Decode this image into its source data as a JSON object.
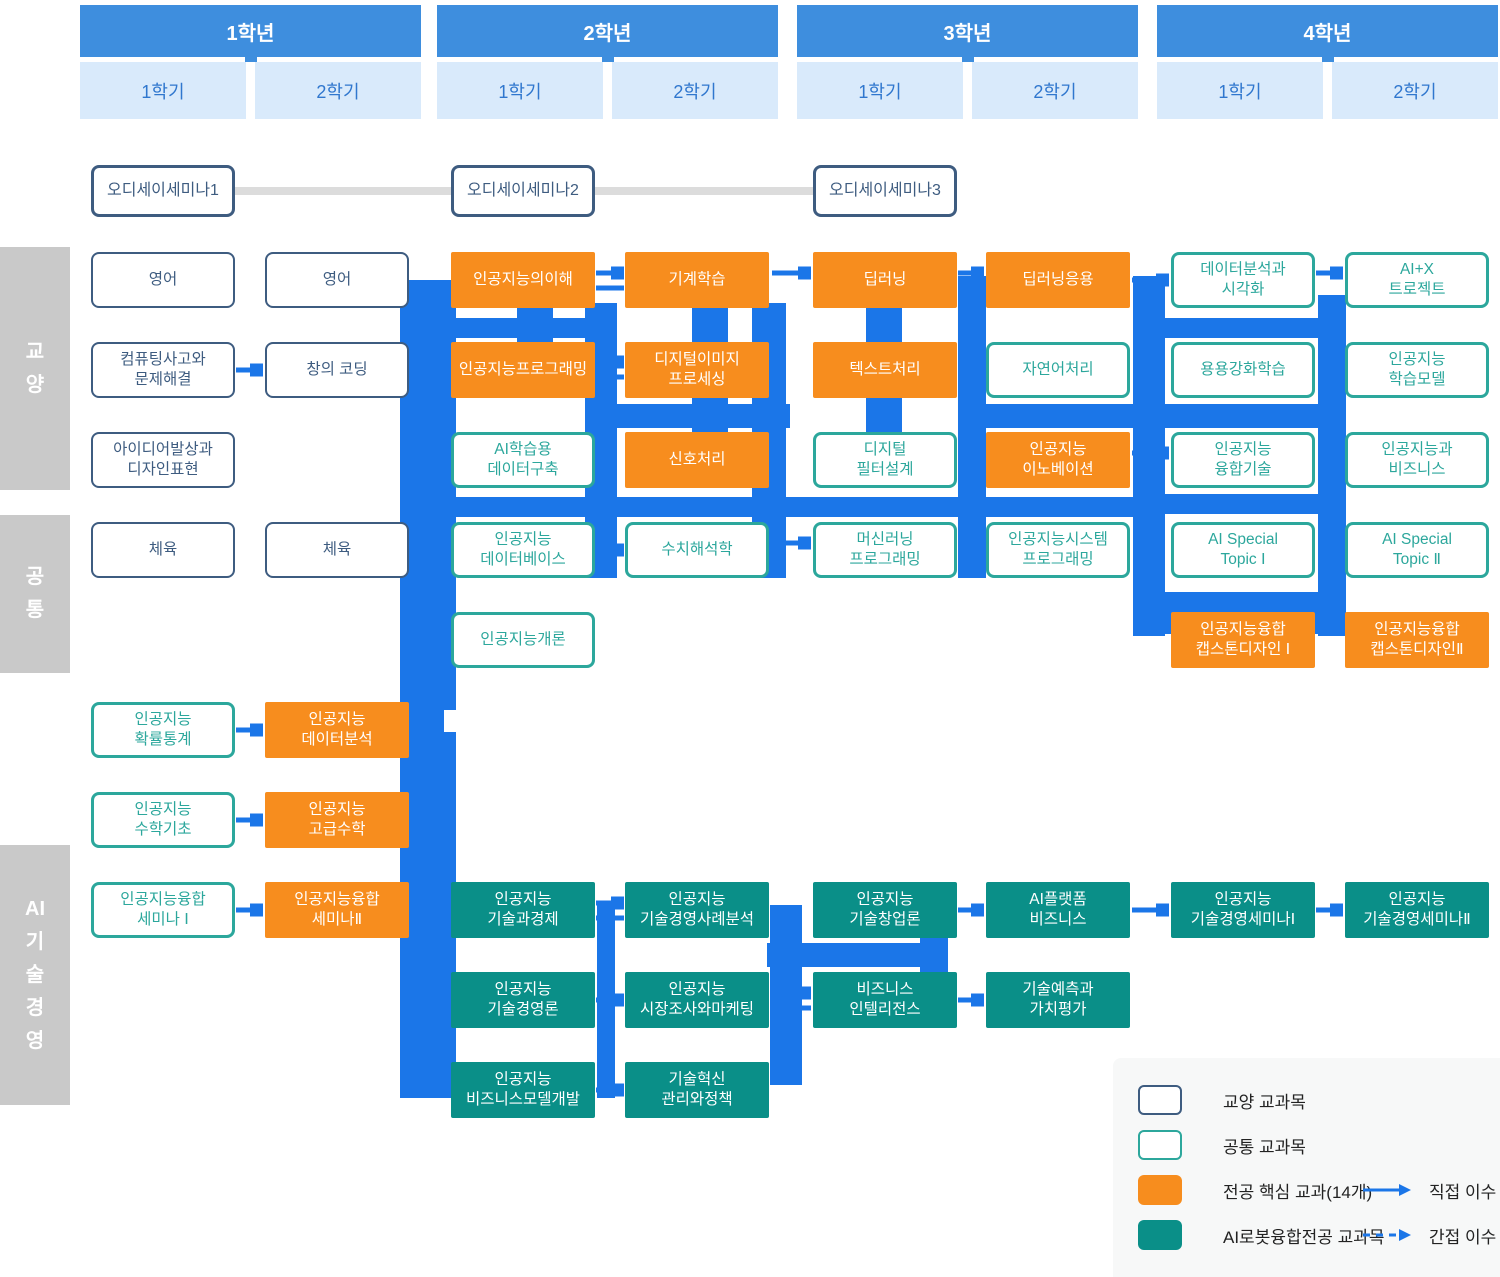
{
  "header": {
    "years": [
      {
        "label": "1학년",
        "semesters": [
          "1학기",
          "2학기"
        ]
      },
      {
        "label": "2학년",
        "semesters": [
          "1학기",
          "2학기"
        ]
      },
      {
        "label": "3학년",
        "semesters": [
          "1학기",
          "2학기"
        ]
      },
      {
        "label": "4학년",
        "semesters": [
          "1학기",
          "2학기"
        ]
      }
    ]
  },
  "sidebar": {
    "groups": [
      {
        "id": "liberal",
        "label": "교양",
        "lines": [
          "교",
          "양"
        ]
      },
      {
        "id": "common",
        "label": "공통",
        "lines": [
          "공",
          "통"
        ]
      },
      {
        "id": "ai-mot",
        "label": "AI기술경영",
        "lines": [
          "AI",
          "기",
          "술",
          "경",
          "영"
        ]
      }
    ]
  },
  "odyssey": {
    "items": [
      {
        "label": "오디세이세미나1",
        "col": 1
      },
      {
        "label": "오디세이세미나2",
        "col": 3
      },
      {
        "label": "오디세이세미나3",
        "col": 5
      }
    ]
  },
  "courses": [
    {
      "label": "영어",
      "type": "liberal",
      "col": 1,
      "row": "A"
    },
    {
      "label": "영어",
      "type": "liberal",
      "col": 2,
      "row": "A"
    },
    {
      "label": "인공지능의이해",
      "type": "core",
      "col": 3,
      "row": "A"
    },
    {
      "label": "기계학습",
      "type": "core",
      "col": 4,
      "row": "A"
    },
    {
      "label": "딥러닝",
      "type": "core",
      "col": 5,
      "row": "A"
    },
    {
      "label": "딥러닝응용",
      "type": "core",
      "col": 6,
      "row": "A"
    },
    {
      "label": "데이터분석과\n시각화",
      "type": "common",
      "col": 7,
      "row": "A"
    },
    {
      "label": "AI+X\n트로젝트",
      "type": "common",
      "col": 8,
      "row": "A"
    },
    {
      "label": "컴퓨팅사고와\n문제해결",
      "type": "liberal",
      "col": 1,
      "row": "B"
    },
    {
      "label": "창의 코딩",
      "type": "liberal",
      "col": 2,
      "row": "B"
    },
    {
      "label": "인공지능프로그래밍",
      "type": "core",
      "col": 3,
      "row": "B"
    },
    {
      "label": "디지털이미지\n프로세싱",
      "type": "core",
      "col": 4,
      "row": "B"
    },
    {
      "label": "텍스트처리",
      "type": "core",
      "col": 5,
      "row": "B"
    },
    {
      "label": "자연어처리",
      "type": "common",
      "col": 6,
      "row": "B"
    },
    {
      "label": "용용강화학습",
      "type": "common",
      "col": 7,
      "row": "B"
    },
    {
      "label": "인공지능\n학습모델",
      "type": "common",
      "col": 8,
      "row": "B"
    },
    {
      "label": "아이디어발상과\n디자인표현",
      "type": "liberal",
      "col": 1,
      "row": "C"
    },
    {
      "label": "AI학습용\n데이터구축",
      "type": "common",
      "col": 3,
      "row": "C"
    },
    {
      "label": "신호처리",
      "type": "core",
      "col": 4,
      "row": "C"
    },
    {
      "label": "디지털\n필터설계",
      "type": "common",
      "col": 5,
      "row": "C"
    },
    {
      "label": "인공지능\n이노베이션",
      "type": "core",
      "col": 6,
      "row": "C"
    },
    {
      "label": "인공지능\n융합기술",
      "type": "common",
      "col": 7,
      "row": "C"
    },
    {
      "label": "인공지능과\n비즈니스",
      "type": "common",
      "col": 8,
      "row": "C"
    },
    {
      "label": "체육",
      "type": "liberal",
      "col": 1,
      "row": "D"
    },
    {
      "label": "체육",
      "type": "liberal",
      "col": 2,
      "row": "D"
    },
    {
      "label": "인공지능\n데이터베이스",
      "type": "common",
      "col": 3,
      "row": "D"
    },
    {
      "label": "수치해석학",
      "type": "common",
      "col": 4,
      "row": "D"
    },
    {
      "label": "머신러닝\n프로그래밍",
      "type": "common",
      "col": 5,
      "row": "D"
    },
    {
      "label": "인공지능시스템\n프로그래밍",
      "type": "common",
      "col": 6,
      "row": "D"
    },
    {
      "label": "AI Special\nTopic Ⅰ",
      "type": "common",
      "col": 7,
      "row": "D"
    },
    {
      "label": "AI Special\nTopic Ⅱ",
      "type": "common",
      "col": 8,
      "row": "D"
    },
    {
      "label": "인공지능개론",
      "type": "common",
      "col": 3,
      "row": "E"
    },
    {
      "label": "인공지능융합\n캡스톤디자인 Ⅰ",
      "type": "core",
      "col": 7,
      "row": "E"
    },
    {
      "label": "인공지능융합\n캡스톤디자인Ⅱ",
      "type": "core",
      "col": 8,
      "row": "E"
    },
    {
      "label": "인공지능\n확률통계",
      "type": "common",
      "col": 1,
      "row": "F"
    },
    {
      "label": "인공지능\n데이터분석",
      "type": "core",
      "col": 2,
      "row": "F"
    },
    {
      "label": "인공지능\n수학기초",
      "type": "common",
      "col": 1,
      "row": "G"
    },
    {
      "label": "인공지능\n고급수학",
      "type": "core",
      "col": 2,
      "row": "G"
    },
    {
      "label": "인공지능융합\n세미나 Ⅰ",
      "type": "common",
      "col": 1,
      "row": "H"
    },
    {
      "label": "인공지능융합\n세미나Ⅱ",
      "type": "core",
      "col": 2,
      "row": "H"
    },
    {
      "label": "인공지능\n기술과경제",
      "type": "robot",
      "col": 3,
      "row": "H"
    },
    {
      "label": "인공지능\n기술경영사례분석",
      "type": "robot",
      "col": 4,
      "row": "H"
    },
    {
      "label": "인공지능\n기술창업론",
      "type": "robot",
      "col": 5,
      "row": "H"
    },
    {
      "label": "AI플랫폼\n비즈니스",
      "type": "robot",
      "col": 6,
      "row": "H"
    },
    {
      "label": "인공지능\n기술경영세미나Ⅰ",
      "type": "robot",
      "col": 7,
      "row": "H"
    },
    {
      "label": "인공지능\n기술경영세미나Ⅱ",
      "type": "robot",
      "col": 8,
      "row": "H"
    },
    {
      "label": "인공지능\n기술경영론",
      "type": "robot",
      "col": 3,
      "row": "I"
    },
    {
      "label": "인공지능\n시장조사와마케팅",
      "type": "robot",
      "col": 4,
      "row": "I"
    },
    {
      "label": "비즈니스\n인텔리전스",
      "type": "robot",
      "col": 5,
      "row": "I"
    },
    {
      "label": "기술예측과\n가치평가",
      "type": "robot",
      "col": 6,
      "row": "I"
    },
    {
      "label": "인공지능\n비즈니스모델개발",
      "type": "robot",
      "col": 3,
      "row": "J"
    },
    {
      "label": "기술혁신\n관리와정책",
      "type": "robot",
      "col": 4,
      "row": "J"
    }
  ],
  "legend": {
    "items": [
      {
        "type": "liberal",
        "label": "교양 교과목"
      },
      {
        "type": "common",
        "label": "공통 교과목"
      },
      {
        "type": "core",
        "label": "전공 핵심 교과(14개)"
      },
      {
        "type": "robot",
        "label": "AI로봇융합전공 교과목"
      }
    ],
    "arrows": [
      {
        "style": "solid",
        "label": "직접 이수"
      },
      {
        "style": "dashed",
        "label": "간접 이수"
      }
    ]
  },
  "colors": {
    "header_blue": "#3E8EDE",
    "semester_bg": "#D9EAFB",
    "semester_text": "#3077CE",
    "connector_blue": "#1B76E8",
    "core_orange": "#F78D1E",
    "robot_teal": "#0A8F88",
    "common_teal_border": "#2CA79C",
    "liberal_navy": "#3E5C80",
    "sidebar_gray": "#C9C9C9",
    "odyssey_line_gray": "#DCDCDC",
    "legend_bg": "#F7F8F8"
  }
}
